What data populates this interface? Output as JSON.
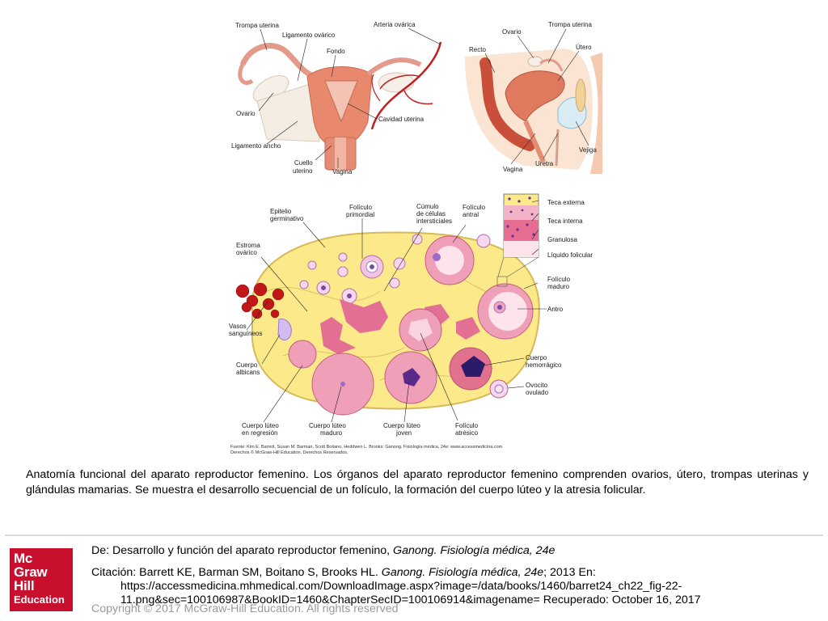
{
  "figure": {
    "uterus_labels": {
      "trompa": "Trompa uterina",
      "ligamento_ovarico": "Ligamento ovárico",
      "arteria": "Arteria ovárica",
      "fondo": "Fondo",
      "ovario": "Ovario",
      "cavidad": "Cavidad uterina",
      "ligamento_ancho": "Ligamento ancho",
      "cuello_1": "Cuello",
      "cuello_2": "uterino",
      "vagina": "Vagina"
    },
    "sagittal_labels": {
      "ovario": "Ovario",
      "trompa": "Trompa uterina",
      "recto": "Recto",
      "utero": "Útero",
      "vejiga": "Vejiga",
      "vagina": "Vagina",
      "uretra": "Uretra"
    },
    "ovary_labels": {
      "epitelio_1": "Epitelio",
      "epitelio_2": "germinativo",
      "primordial_1": "Folículo",
      "primordial_2": "primordial",
      "cumulo_1": "Cúmulo",
      "cumulo_2": "de células",
      "cumulo_3": "intersticiales",
      "antral_1": "Folículo",
      "antral_2": "antral",
      "estroma_1": "Estroma",
      "estroma_2": "ovárico",
      "teca_externa": "Teca externa",
      "teca_interna": "Teca interna",
      "granulosa": "Granulosa",
      "liquido": "Líquido folicular",
      "maduro_1": "Folículo",
      "maduro_2": "maduro",
      "antro": "Antro",
      "vasos_1": "Vasos",
      "vasos_2": "sanguíneos",
      "albicans_1": "Cuerpo",
      "albicans_2": "albicans",
      "hemorragico_1": "Cuerpo",
      "hemorragico_2": "hemorrágico",
      "ovocito_1": "Ovocito",
      "ovocito_2": "ovulado",
      "regresion_1": "Cuerpo lúteo",
      "regresion_2": "en regresión",
      "lut_maduro_1": "Cuerpo lúteo",
      "lut_maduro_2": "maduro",
      "joven_1": "Cuerpo lúteo",
      "joven_2": "joven",
      "atresico_1": "Folículo",
      "atresico_2": "atrésico"
    },
    "source_1": "Fuente: Kim E. Barrett, Susan M. Barman, Scott Boitano, Heddwen L. Brooks: Ganong. Fisiología médica, 24e: www.accessmedicina.com",
    "source_2": "Derechos © McGraw-Hill Education. Derechos Reservados."
  },
  "caption": "Anatomía funcional del aparato reproductor femenino. Los órganos del aparato reproductor femenino comprenden ovarios, útero, trompas uterinas y glándulas mamarias. Se muestra el desarrollo secuencial de un folículo, la formación del cuerpo lúteo y la atresia folicular.",
  "logo": {
    "line1": "Mc",
    "line2": "Graw",
    "line3": "Hill",
    "line4": "Education"
  },
  "footer": {
    "from_prefix": "De: Desarrollo y función del aparato reproductor femenino,",
    "from_book": "Ganong. Fisiología médica, 24e",
    "citation_prefix": "Citación: Barrett KE, Barman SM, Boitano S, Brooks HL.",
    "citation_book": "Ganong. Fisiología médica, 24e",
    "citation_suffix": "; 2013 En:",
    "citation_url_1": "https://accessmedicina.mhmedical.com/DownloadImage.aspx?image=/data/books/1460/barret24_ch22_fig-22-",
    "citation_url_2": "11.png&sec=100106987&BookID=1460&ChapterSecID=100106914&imagename= Recuperado: October 16, 2017",
    "copyright": "Copyright © 2017 McGraw-Hill Education. All rights reserved"
  }
}
